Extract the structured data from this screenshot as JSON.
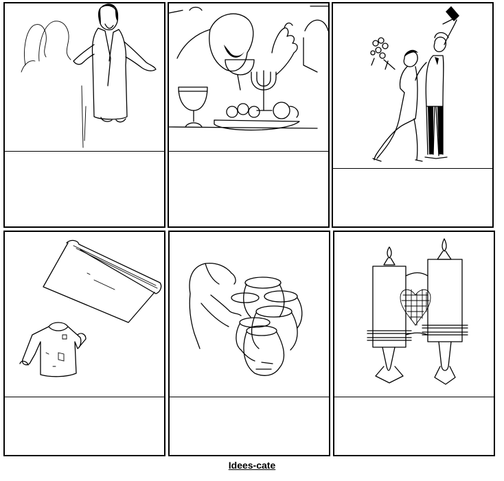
{
  "page": {
    "footer_text": "Idees-cate"
  },
  "cards": [
    {
      "id": "card-jesus-greeting",
      "icon": "jesus-figure-icon"
    },
    {
      "id": "card-wedding-feast",
      "icon": "feast-table-icon"
    },
    {
      "id": "card-bride-groom",
      "icon": "couple-icon"
    },
    {
      "id": "card-cloth-patch",
      "icon": "cloth-and-garment-icon"
    },
    {
      "id": "card-water-jars",
      "icon": "water-jars-icon"
    },
    {
      "id": "card-scroll",
      "icon": "torah-scroll-icon"
    }
  ]
}
